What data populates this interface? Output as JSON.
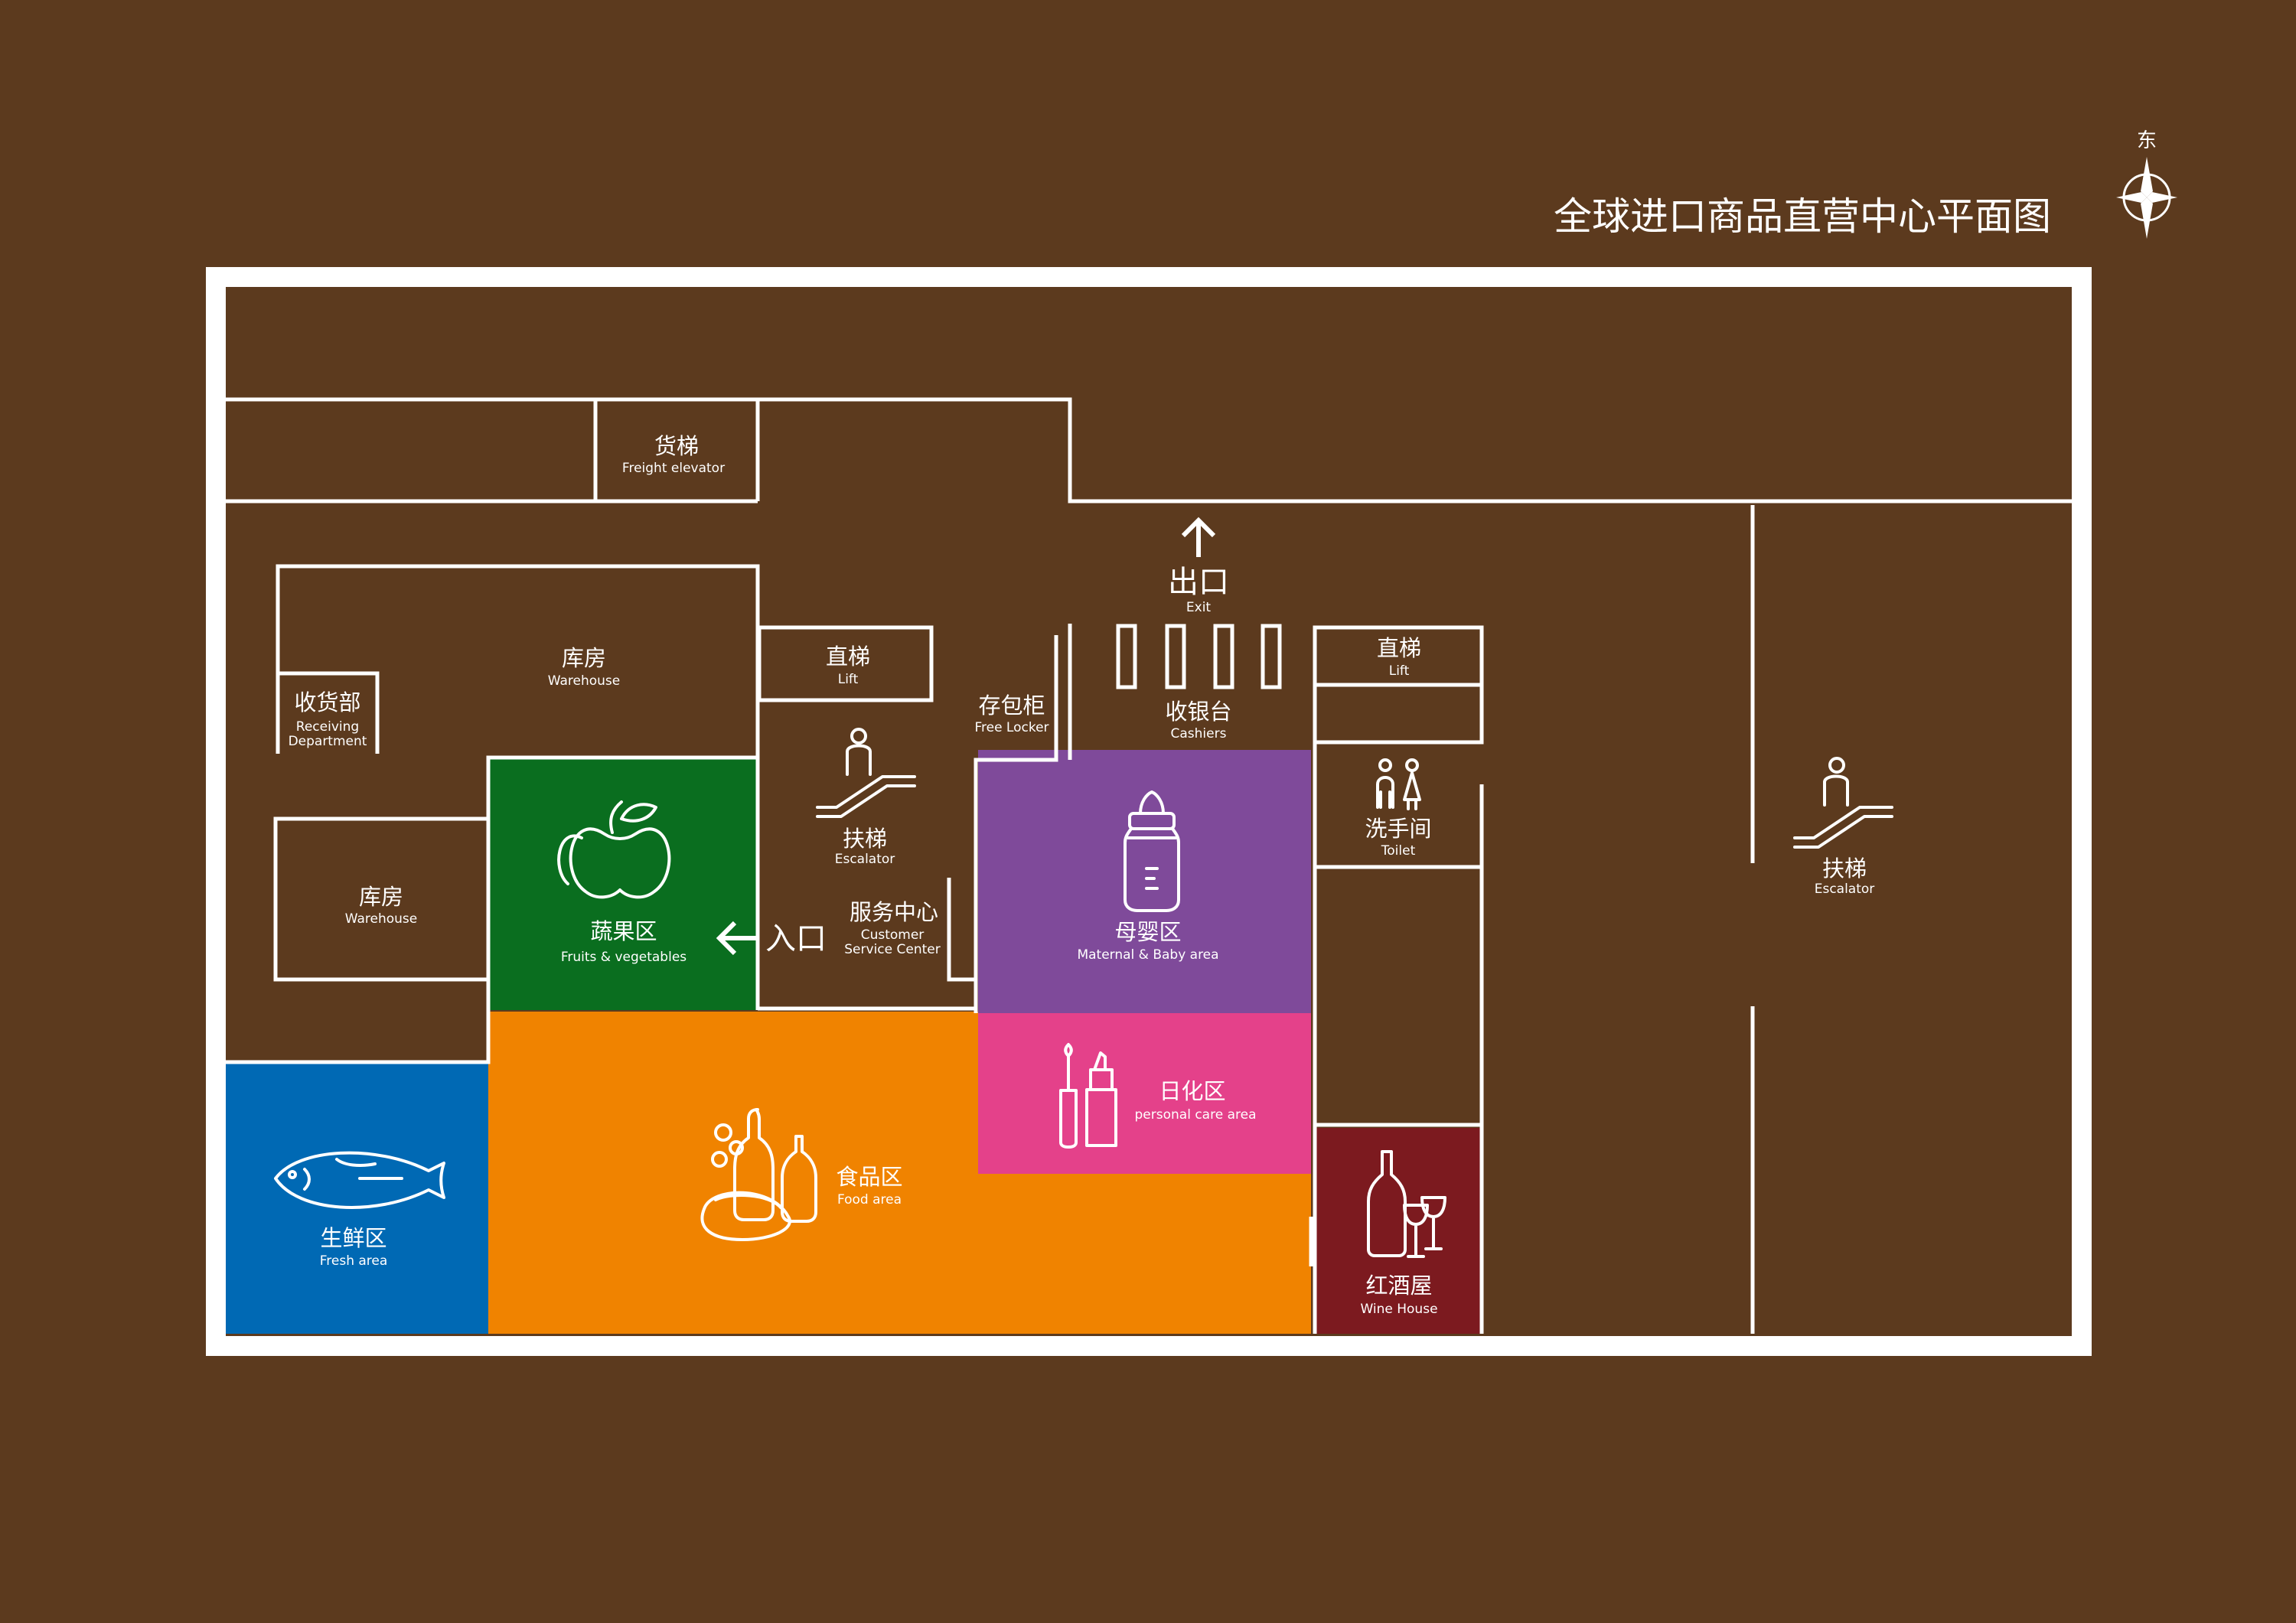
{
  "title": "全球进口商品直营中心平面图",
  "compass": {
    "label": "东",
    "icon": "compass-icon"
  },
  "colors": {
    "background": "#5c3a1e",
    "walls": "#ffffff",
    "fruits": "#0a6e1f",
    "food": "#f08300",
    "fresh": "#0069b4",
    "maternal": "#7f4a9a",
    "personal_care": "#e4418a",
    "wine": "#7c1a1f"
  },
  "zones": {
    "freight_elevator": {
      "cn": "货梯",
      "en": "Freight elevator"
    },
    "warehouse_1": {
      "cn": "库房",
      "en": "Warehouse"
    },
    "receiving": {
      "cn": "收货部",
      "en1": "Receiving",
      "en2": "Department"
    },
    "warehouse_2": {
      "cn": "库房",
      "en": "Warehouse"
    },
    "fruits": {
      "cn": "蔬果区",
      "en": "Fruits & vegetables",
      "icon": "apple-icon"
    },
    "lift_1": {
      "cn": "直梯",
      "en": "Lift"
    },
    "escalator_1": {
      "cn": "扶梯",
      "en": "Escalator",
      "icon": "escalator-icon"
    },
    "locker": {
      "cn": "存包柜",
      "en": "Free Locker"
    },
    "service": {
      "cn": "服务中心",
      "en1": "Customer",
      "en2": "Service Center"
    },
    "entrance": {
      "cn": "入口",
      "icon": "arrow-left-icon"
    },
    "exit": {
      "cn": "出口",
      "en": "Exit",
      "icon": "arrow-up-icon"
    },
    "cashiers": {
      "cn": "收银台",
      "en": "Cashiers"
    },
    "maternal": {
      "cn": "母婴区",
      "en": "Maternal & Baby area",
      "icon": "baby-bottle-icon"
    },
    "personal_care": {
      "cn": "日化区",
      "en": "personal care area",
      "icon": "cosmetics-icon"
    },
    "food": {
      "cn": "食品区",
      "en": "Food area",
      "icon": "food-icon"
    },
    "fresh": {
      "cn": "生鲜区",
      "en": "Fresh area",
      "icon": "fish-icon"
    },
    "lift_2": {
      "cn": "直梯",
      "en": "Lift"
    },
    "toilet": {
      "cn": "洗手间",
      "en": "Toilet",
      "icon": "toilet-icon"
    },
    "wine": {
      "cn": "红酒屋",
      "en": "Wine House",
      "icon": "wine-icon"
    },
    "escalator_2": {
      "cn": "扶梯",
      "en": "Escalator",
      "icon": "escalator-icon"
    }
  }
}
